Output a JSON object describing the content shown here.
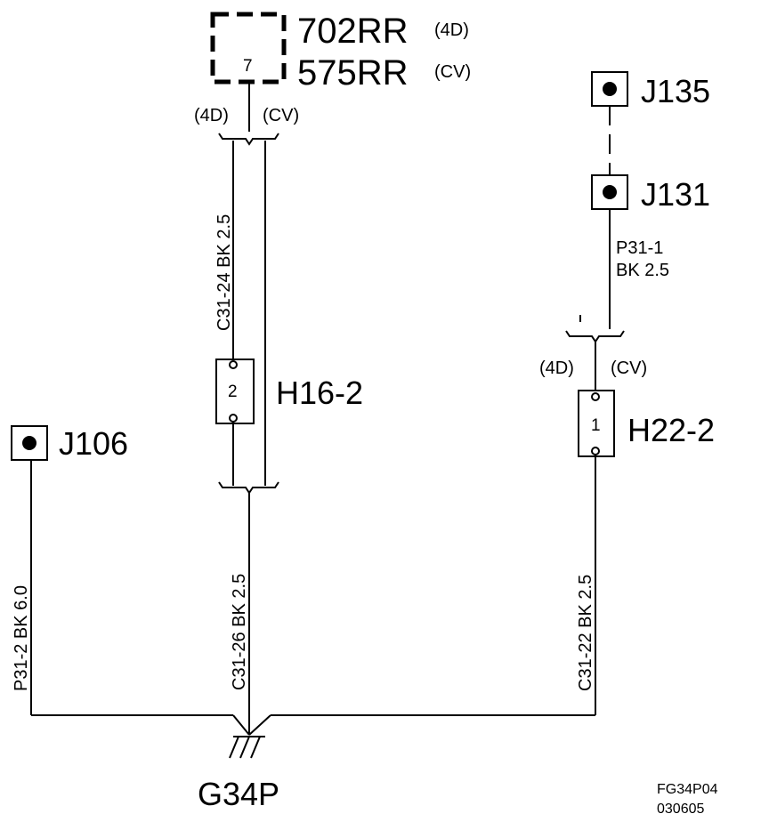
{
  "connectors": {
    "dashed_box": {
      "code_4d": "702RR",
      "code_cv": "575RR",
      "variant_4d": "(4D)",
      "variant_cv": "(CV)",
      "pin": "7"
    },
    "j135": {
      "label": "J135"
    },
    "j131": {
      "label": "J131"
    },
    "j106": {
      "label": "J106"
    },
    "h16_2": {
      "label": "H16-2",
      "pin": "2"
    },
    "h22_2": {
      "label": "H22-2",
      "pin": "1"
    }
  },
  "variants": {
    "top_left": "(4D)",
    "top_right": "(CV)",
    "h22_left": "(4D)",
    "h22_right": "(CV)"
  },
  "wires": {
    "c31_24": "C31-24  BK  2.5",
    "c31_26": "C31-26  BK  2.5",
    "c31_22": "C31-22  BK  2.5",
    "p31_2": "P31-2  BK  6.0",
    "p31_1_line1": "P31-1",
    "p31_1_line2": "BK    2.5"
  },
  "ground": {
    "label": "G34P"
  },
  "footer": {
    "figure_id": "FG34P04",
    "date_code": "030605"
  },
  "colors": {
    "ink": "#000000",
    "paper": "#ffffff"
  }
}
